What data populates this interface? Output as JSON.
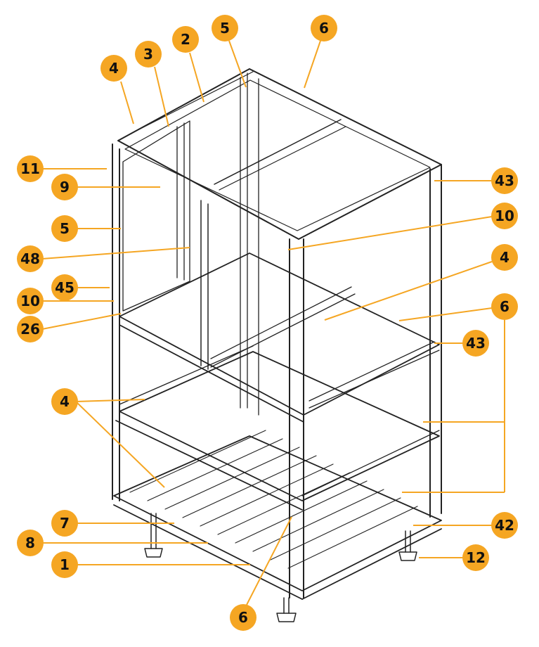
{
  "colors": {
    "callout": "#f5a623",
    "outline": "#222222",
    "background": "#ffffff"
  },
  "callouts": [
    {
      "id": "c4a",
      "label": "4"
    },
    {
      "id": "c3",
      "label": "3"
    },
    {
      "id": "c2",
      "label": "2"
    },
    {
      "id": "c5a",
      "label": "5"
    },
    {
      "id": "c6a",
      "label": "6"
    },
    {
      "id": "c11",
      "label": "11"
    },
    {
      "id": "c9",
      "label": "9"
    },
    {
      "id": "c5b",
      "label": "5"
    },
    {
      "id": "c48",
      "label": "48"
    },
    {
      "id": "c45",
      "label": "45"
    },
    {
      "id": "c10a",
      "label": "10"
    },
    {
      "id": "c26",
      "label": "26"
    },
    {
      "id": "c43a",
      "label": "43"
    },
    {
      "id": "c10b",
      "label": "10"
    },
    {
      "id": "c4b",
      "label": "4"
    },
    {
      "id": "c6b",
      "label": "6"
    },
    {
      "id": "c43b",
      "label": "43"
    },
    {
      "id": "c4c",
      "label": "4"
    },
    {
      "id": "c7",
      "label": "7"
    },
    {
      "id": "c8",
      "label": "8"
    },
    {
      "id": "c1",
      "label": "1"
    },
    {
      "id": "c42",
      "label": "42"
    },
    {
      "id": "c12",
      "label": "12"
    },
    {
      "id": "c6c",
      "label": "6"
    }
  ]
}
